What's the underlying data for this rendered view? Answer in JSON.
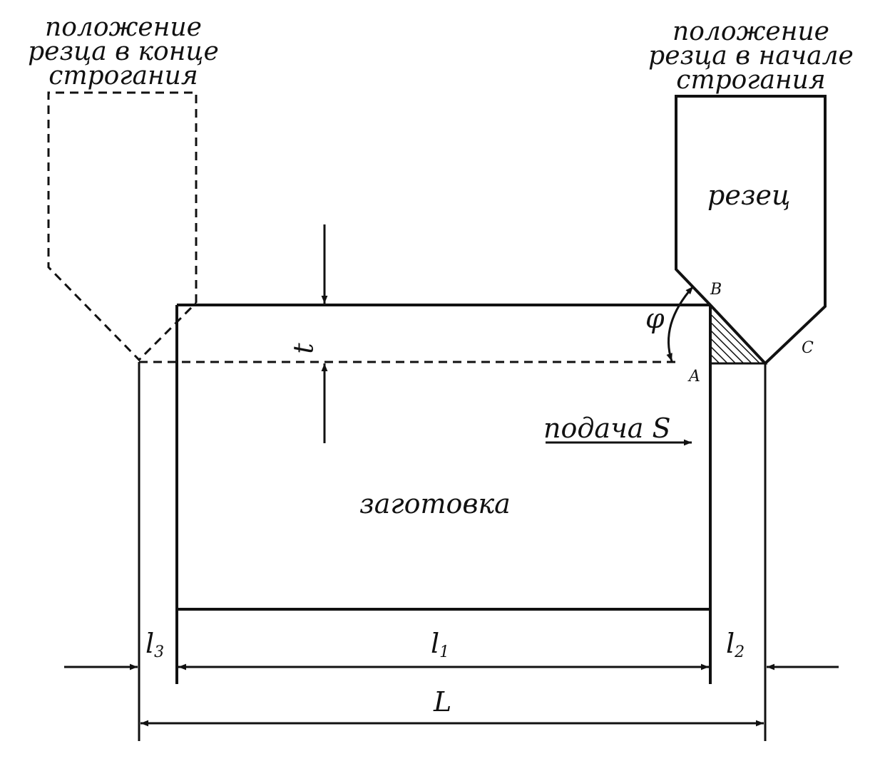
{
  "captions": {
    "end_position": "положение резца в конце строгания",
    "start_position": "положение резца в начале строгания"
  },
  "labels": {
    "tool": "резец",
    "workpiece": "заготовка",
    "feed": "подача S",
    "depth": "t",
    "angle": "φ",
    "point_a": "A",
    "point_b": "B",
    "point_c": "C"
  },
  "dimensions": {
    "l3": {
      "letter": "l",
      "index": "3"
    },
    "l1": {
      "letter": "l",
      "index": "1"
    },
    "l2": {
      "letter": "l",
      "index": "2"
    },
    "total": "L"
  },
  "colors": {
    "ink": "#111111",
    "paper": "#ffffff"
  }
}
